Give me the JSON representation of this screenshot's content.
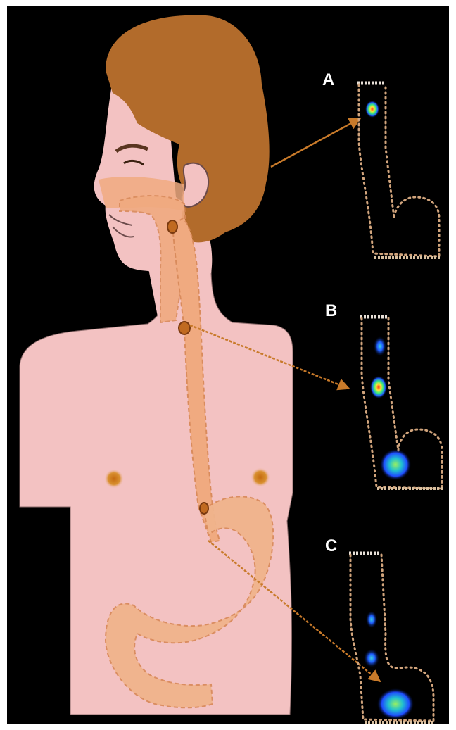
{
  "panels": [
    {
      "label": "A"
    },
    {
      "label": "B"
    },
    {
      "label": "C"
    }
  ],
  "colors": {
    "background": "#000000",
    "frame": "#ffffff",
    "skin": "#f3c2c2",
    "skin_shade": "#f0a88f",
    "hair": "#b26b2b",
    "tract": "#f0aa80",
    "tract_outline": "#d98b5c",
    "pointer_arrow": "#c87a2a",
    "capsule_dots": "#d1a47c",
    "nipple": "#d99030"
  },
  "icons": {
    "anatomy": "human-digestive-tract-illustration",
    "scan": "scintigraphy-tracer-image",
    "pointer": "arrow-icon"
  }
}
